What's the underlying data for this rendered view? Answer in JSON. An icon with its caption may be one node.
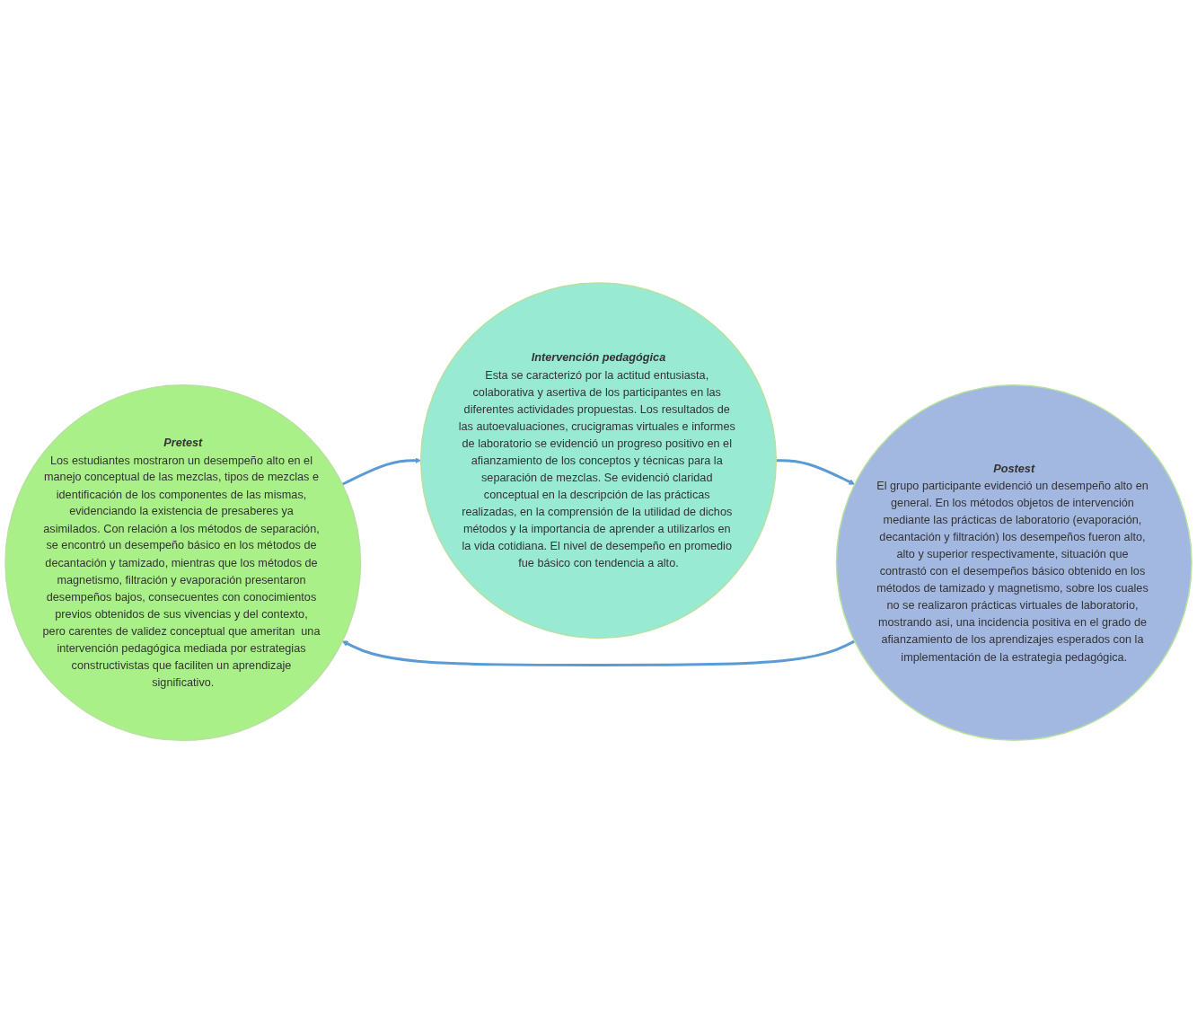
{
  "diagram": {
    "nodes": [
      {
        "text": [
          "Pretest",
          "Los estudiantes mostraron un desempeño alto en el manejo conceptual de las mezclas, tipos de mezclas e identificación de los componentes de las mismas, evidenciando la existencia de presaberes ya asimilados. Con relación a los métodos de separación, se encontró un desempeño básico en los métodos de decantación y tamizado, mientras que los métodos de magnetismo, filtración y evaporación presentaron desempeños bajos, consecuentes con conocimientos previos obtenidos de sus vivencias y del contexto, pero carentes de validez conceptual que ameritan  una intervención pedagógica mediada por estrategias constructivistas que faciliten un aprendizaje significativo."
        ]
      },
      {
        "text": [
          "Intervención pedagógica",
          "Esta se caracterizó por la actitud entusiasta, colaborativa y asertiva de los participantes en las diferentes actividades propuestas. Los resultados de las autoevaluaciones, crucigramas virtuales e informes de laboratorio se evidenció un progreso positivo en el afianzamiento de los conceptos y técnicas para la separación de mezclas. Se evidenció claridad conceptual en la descripción de las prácticas realizadas, en la comprensión de la utilidad de dichos métodos y la importancia de aprender a utilizarlos en la vida cotidiana. El nivel de desempeño en promedio fue básico con tendencia a alto."
        ]
      },
      {
        "text": [
          "Postest",
          "El grupo participante evidenció un desempeño alto en general. En los métodos objetos de intervención mediante las prácticas de laboratorio (evaporación, decantación y filtración) los desempeños fueron alto, alto y superior respectivamente, situación que contrastó con el desempeños básico obtenido en los métodos de tamizado y magnetismo, sobre los cuales no se realizaron prácticas virtuales de laboratorio, mostrando asi, una incidencia positiva en el grado de afianzamiento de los aprendizajes esperados con la implementación de la estrategia pedagógica."
        ]
      }
    ],
    "edges": [
      {
        "from": 0,
        "to": 1,
        "arrow": "to"
      },
      {
        "from": 1,
        "to": 2,
        "arrow": "to"
      },
      {
        "from": 2,
        "to": 0,
        "arrow": "to"
      }
    ]
  }
}
